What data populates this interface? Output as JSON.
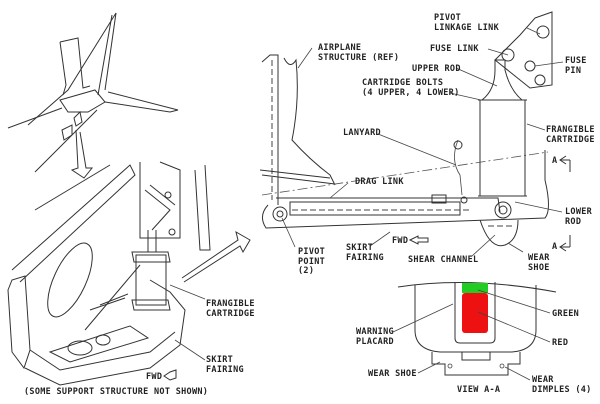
{
  "labels": {
    "airplane_structure": "AIRPLANE\nSTRUCTURE (REF)",
    "pivot_linkage_link": "PIVOT\nLINKAGE LINK",
    "fuse_link": "FUSE LINK",
    "fuse_pin": "FUSE\nPIN",
    "upper_rod": "UPPER ROD",
    "cartridge_bolts": "CARTRIDGE BOLTS\n(4 UPPER, 4 LOWER)",
    "lanyard": "LANYARD",
    "frangible_cartridge_right": "FRANGIBLE\nCARTRIDGE",
    "drag_link": "DRAG LINK",
    "lower_rod": "LOWER\nROD",
    "section_a_top": "A",
    "section_a_bottom": "A",
    "pivot_point": "PIVOT\nPOINT\n(2)",
    "skirt_fairing_right": "SKIRT\nFAIRING",
    "fwd_right": "FWD",
    "shear_channel": "SHEAR CHANNEL",
    "wear_shoe_right": "WEAR\nSHOE",
    "frangible_cartridge_left": "FRANGIBLE\nCARTRIDGE",
    "skirt_fairing_left": "SKIRT\nFAIRING",
    "fwd_left": "FWD",
    "support_note": "(SOME SUPPORT STRUCTURE NOT SHOWN)",
    "green": "GREEN",
    "red": "RED",
    "warning_placard": "WARNING\nPLACARD",
    "wear_shoe_view": "WEAR SHOE",
    "view_aa": "VIEW A-A",
    "wear_dimples": "WEAR\nDIMPLES (4)"
  },
  "colors": {
    "placard_green": "#22cc22",
    "placard_red": "#ee1111"
  }
}
